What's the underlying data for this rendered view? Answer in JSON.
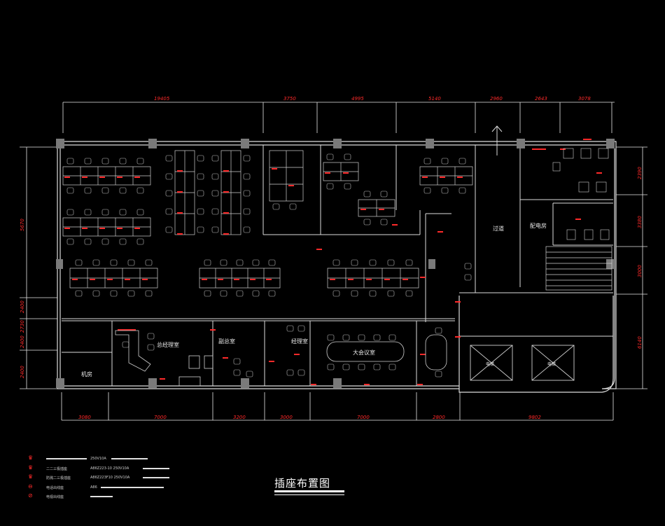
{
  "drawing_title": "插座布置图",
  "dimensions_top": [
    "19405",
    "3750",
    "4995",
    "5140",
    "2960",
    "2643",
    "3078"
  ],
  "dimensions_bottom": [
    "3080",
    "7000",
    "3200",
    "3000",
    "7000",
    "2800",
    "9802"
  ],
  "dimensions_left": [
    "5670",
    "2400",
    "2730",
    "2400",
    "2400"
  ],
  "dimensions_right": [
    "2390",
    "3380",
    "3000",
    "6140"
  ],
  "rooms": {
    "aisle": "过道",
    "power_room": "配电房",
    "gm_office": "总经理室",
    "deputy_office": "副总室",
    "manager_office": "经理室",
    "big_meeting": "大会议室",
    "machine_room": "机房",
    "elevator_1": "电梯",
    "elevator_2": "电梯"
  },
  "legend": [
    {
      "symbol": "triple-socket",
      "name": "",
      "spec": "250V10A"
    },
    {
      "symbol": "double-socket",
      "name": "二二三极插座",
      "spec": "A86Z223-10 250V10A"
    },
    {
      "symbol": "floor-socket",
      "name": "防溅二三极插座",
      "spec": "A86Z223F10 250V10A"
    },
    {
      "symbol": "phone-socket",
      "name": "电话出线座",
      "spec": "A86"
    },
    {
      "symbol": "tv-socket",
      "name": "电视出线座",
      "spec": ""
    }
  ],
  "colors": {
    "background": "#000000",
    "walls": "#dcdcdc",
    "sockets": "#ff2a2a",
    "columns": "#8a8a8a",
    "dimension_lines": "#e6e6e6"
  }
}
